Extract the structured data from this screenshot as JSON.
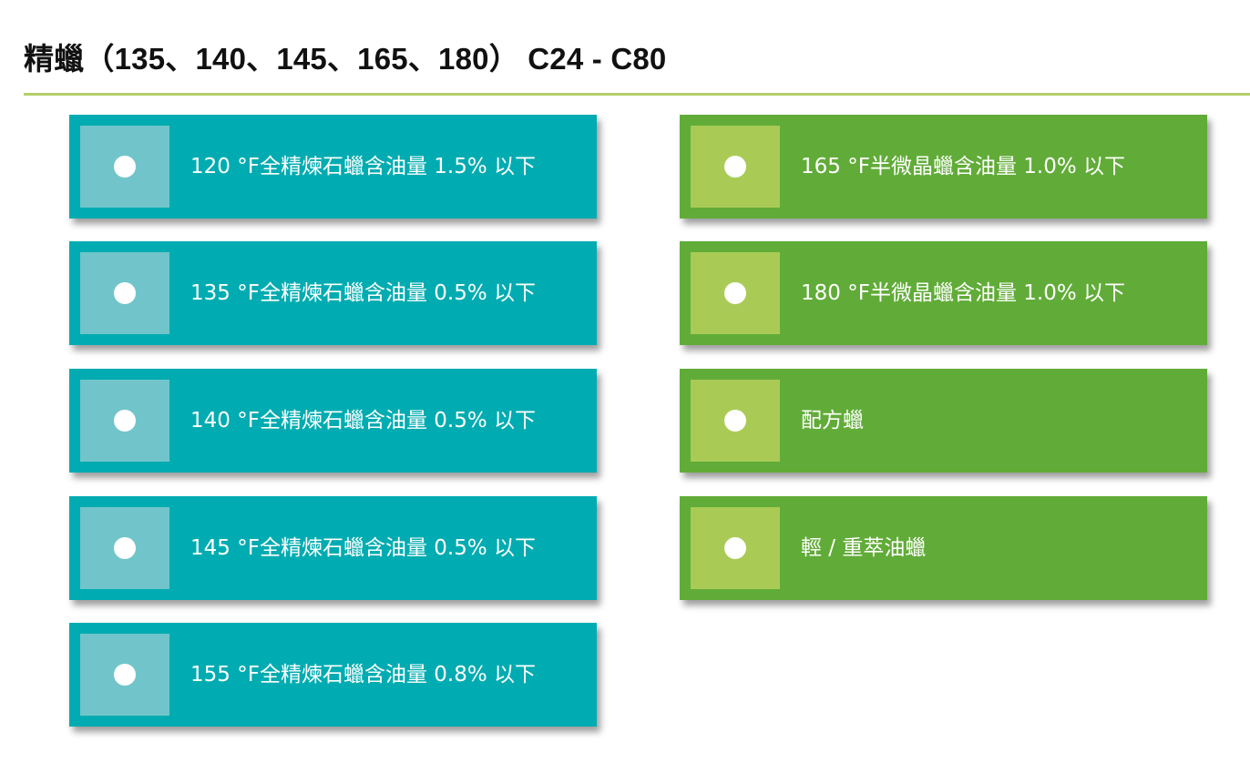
{
  "title": "精蠟（135、140、145、165、180） C24 - C80",
  "left_items": [
    {
      "label": "120 °F全精煉石蠟含油量 1.5% 以下"
    },
    {
      "label": "135 °F全精煉石蠟含油量 0.5% 以下"
    },
    {
      "label": "140 °F全精煉石蠟含油量 0.5% 以下"
    },
    {
      "label": "145 °F全精煉石蠟含油量 0.5% 以下"
    },
    {
      "label": "155 °F全精煉石蠟含油量 0.8% 以下"
    }
  ],
  "right_items": [
    {
      "label": "165 °F半微晶蠟含油量 1.0% 以下"
    },
    {
      "label": "180 °F半微晶蠟含油量 1.0% 以下"
    },
    {
      "label": "配方蠟"
    },
    {
      "label": "輕 / 重萃油蠟"
    }
  ],
  "colors": {
    "teal": "#00acb1",
    "teal_light": "#71c5ca",
    "green": "#61ac38",
    "green_light": "#a9cb56",
    "rule": "#b3cf6a"
  },
  "icons": {
    "bullet": "circle-bullet-icon"
  }
}
